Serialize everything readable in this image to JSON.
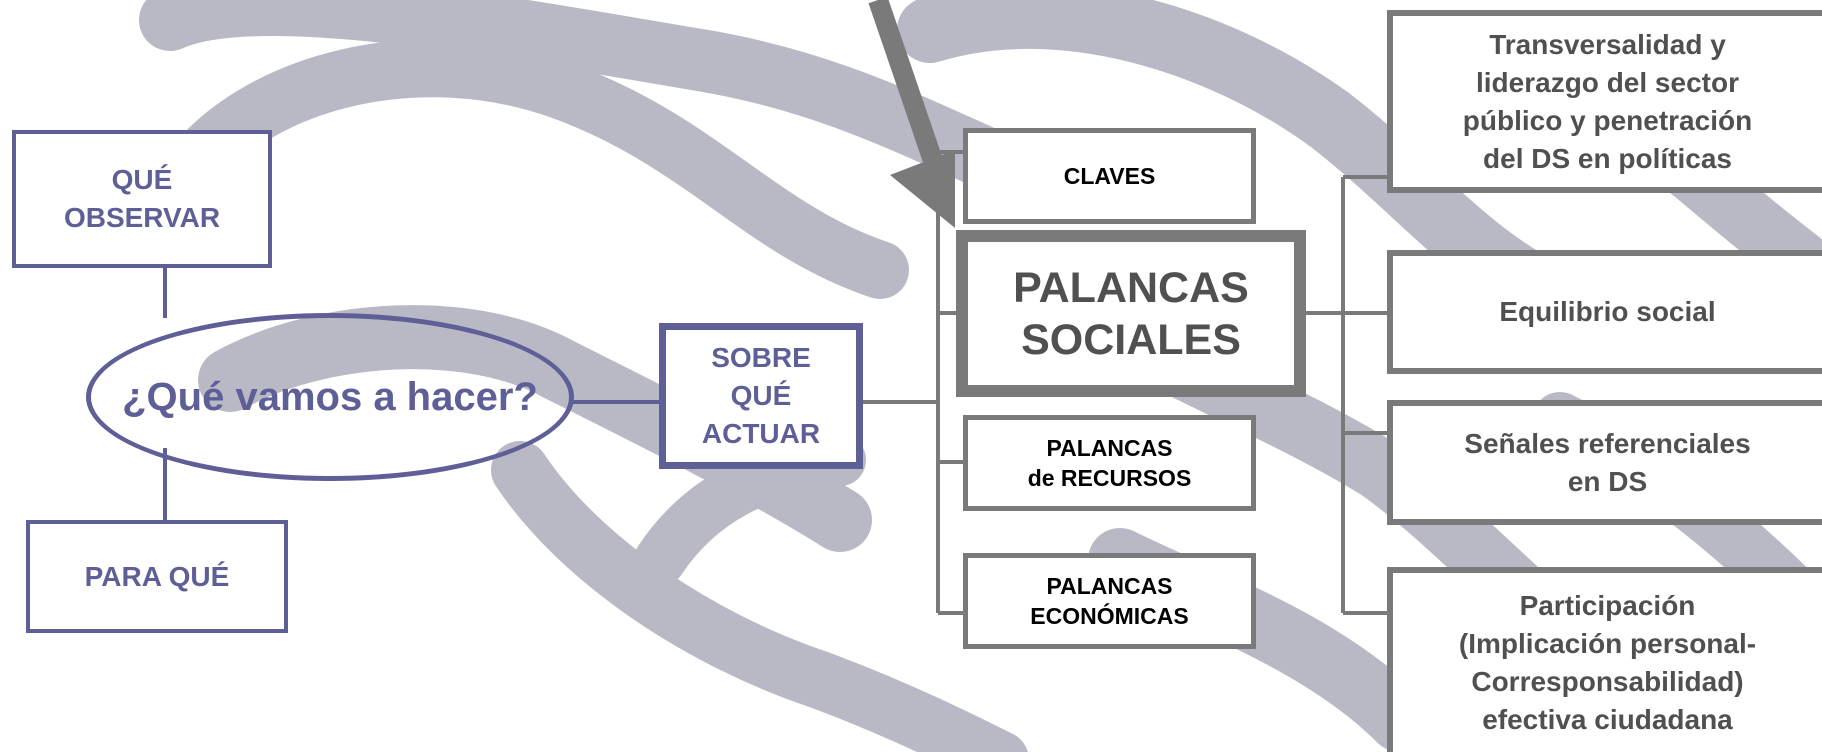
{
  "colors": {
    "purple": "#5f5f98",
    "gray": "#7a7a7a",
    "watermark": "#b9b9c5"
  },
  "left": {
    "question": "¿Qué vamos a hacer?",
    "observe": "QUÉ\nOBSERVAR",
    "purpose": "PARA QUÉ",
    "act": "SOBRE\nQUÉ\nACTUAR"
  },
  "levers": {
    "claves": "CLAVES",
    "sociales": "PALANCAS\nSOCIALES",
    "recursos": "PALANCAS\nde RECURSOS",
    "economicas": "PALANCAS\nECONÓMICAS"
  },
  "outcomes": [
    "Transversalidad y\nliderazgo del sector\npúblico y penetración\ndel DS en políticas",
    "Equilibrio social",
    "Señales referenciales\nen DS",
    "Participación\n(Implicación personal-\nCorresponsabilidad)\nefectiva ciudadana"
  ]
}
